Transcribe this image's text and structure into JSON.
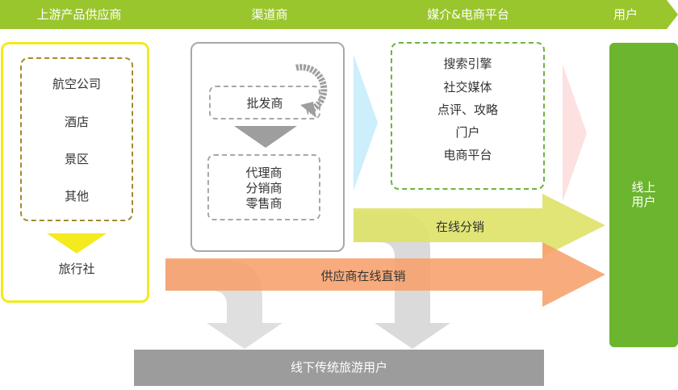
{
  "header": {
    "stages": [
      {
        "label": "上游产品供应商"
      },
      {
        "label": "渠道商"
      },
      {
        "label": "媒介&电商平台"
      },
      {
        "label": "用户"
      }
    ]
  },
  "supplier": {
    "items": [
      "航空公司",
      "酒店",
      "景区",
      "其他"
    ],
    "travel_agency": "旅行社"
  },
  "channel": {
    "wholesaler": "批发商",
    "items": [
      "代理商",
      "分销商",
      "零售商"
    ]
  },
  "media": {
    "items": [
      "搜索引擎",
      "社交媒体",
      "点评、攻略",
      "门户",
      "电商平台"
    ]
  },
  "online_user": {
    "line1": "线上",
    "line2": "用户"
  },
  "flows": {
    "online_distribution": "在线分销",
    "supplier_direct": "供应商在线直销"
  },
  "offline": {
    "label": "线下传统旅游用户"
  },
  "colors": {
    "header_green": "#9ac62d",
    "supplier_yellow": "#f4ea1e",
    "supplier_dash": "#a58a2f",
    "channel_gray": "#a8a8a8",
    "media_green": "#6db33f",
    "user_green": "#6cb52e",
    "distribution_arrow": "#dde36a",
    "direct_arrow": "#f7a06b",
    "cyan_chevron": "#cdeefb",
    "pink_chevron": "#fde0e0",
    "offline_gray": "#9c9c9c"
  }
}
